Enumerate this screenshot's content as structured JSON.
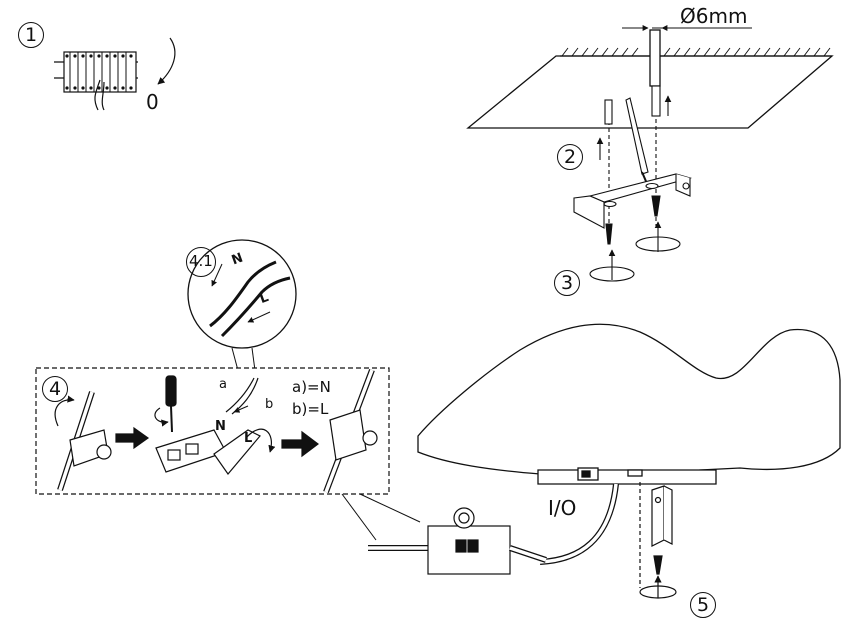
{
  "steps": {
    "s1": "1",
    "s2": "2",
    "s3": "3",
    "s4": "4",
    "s41": "4.1",
    "s5": "5"
  },
  "labels": {
    "zero": "0",
    "diameter": "Ø6mm",
    "wire_a": "a",
    "wire_b": "b",
    "a_eq_n": "a)=N",
    "b_eq_l": "b)=L",
    "switch": "I/O",
    "term_n": "N",
    "term_l": "L",
    "wire_n": "N",
    "wire_l": "L"
  },
  "colors": {
    "line": "#111111",
    "fill": "#ffffff",
    "hatch": "#222222"
  }
}
